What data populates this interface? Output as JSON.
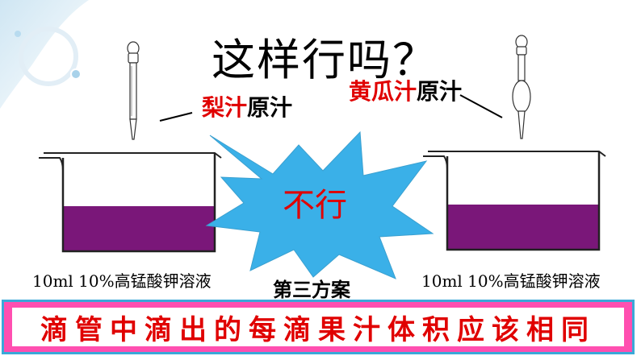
{
  "title": "这样行吗？",
  "left": {
    "juice_red": "梨汁",
    "juice_black": "原汁",
    "solution": "10ml  10%高锰酸钾溶液"
  },
  "right": {
    "juice_red": "黄瓜汁",
    "juice_black": "原汁",
    "solution": "10ml  10%高锰酸钾溶液"
  },
  "burst_text": "不行",
  "plan_label": "第三方案",
  "banner_text": "滴管中滴出的每滴果汁体积应该相同",
  "colors": {
    "liquid": "#7a1779",
    "burst": "#3ab0e8",
    "red_text": "#e00000",
    "banner_border": "#ff4fb0"
  }
}
